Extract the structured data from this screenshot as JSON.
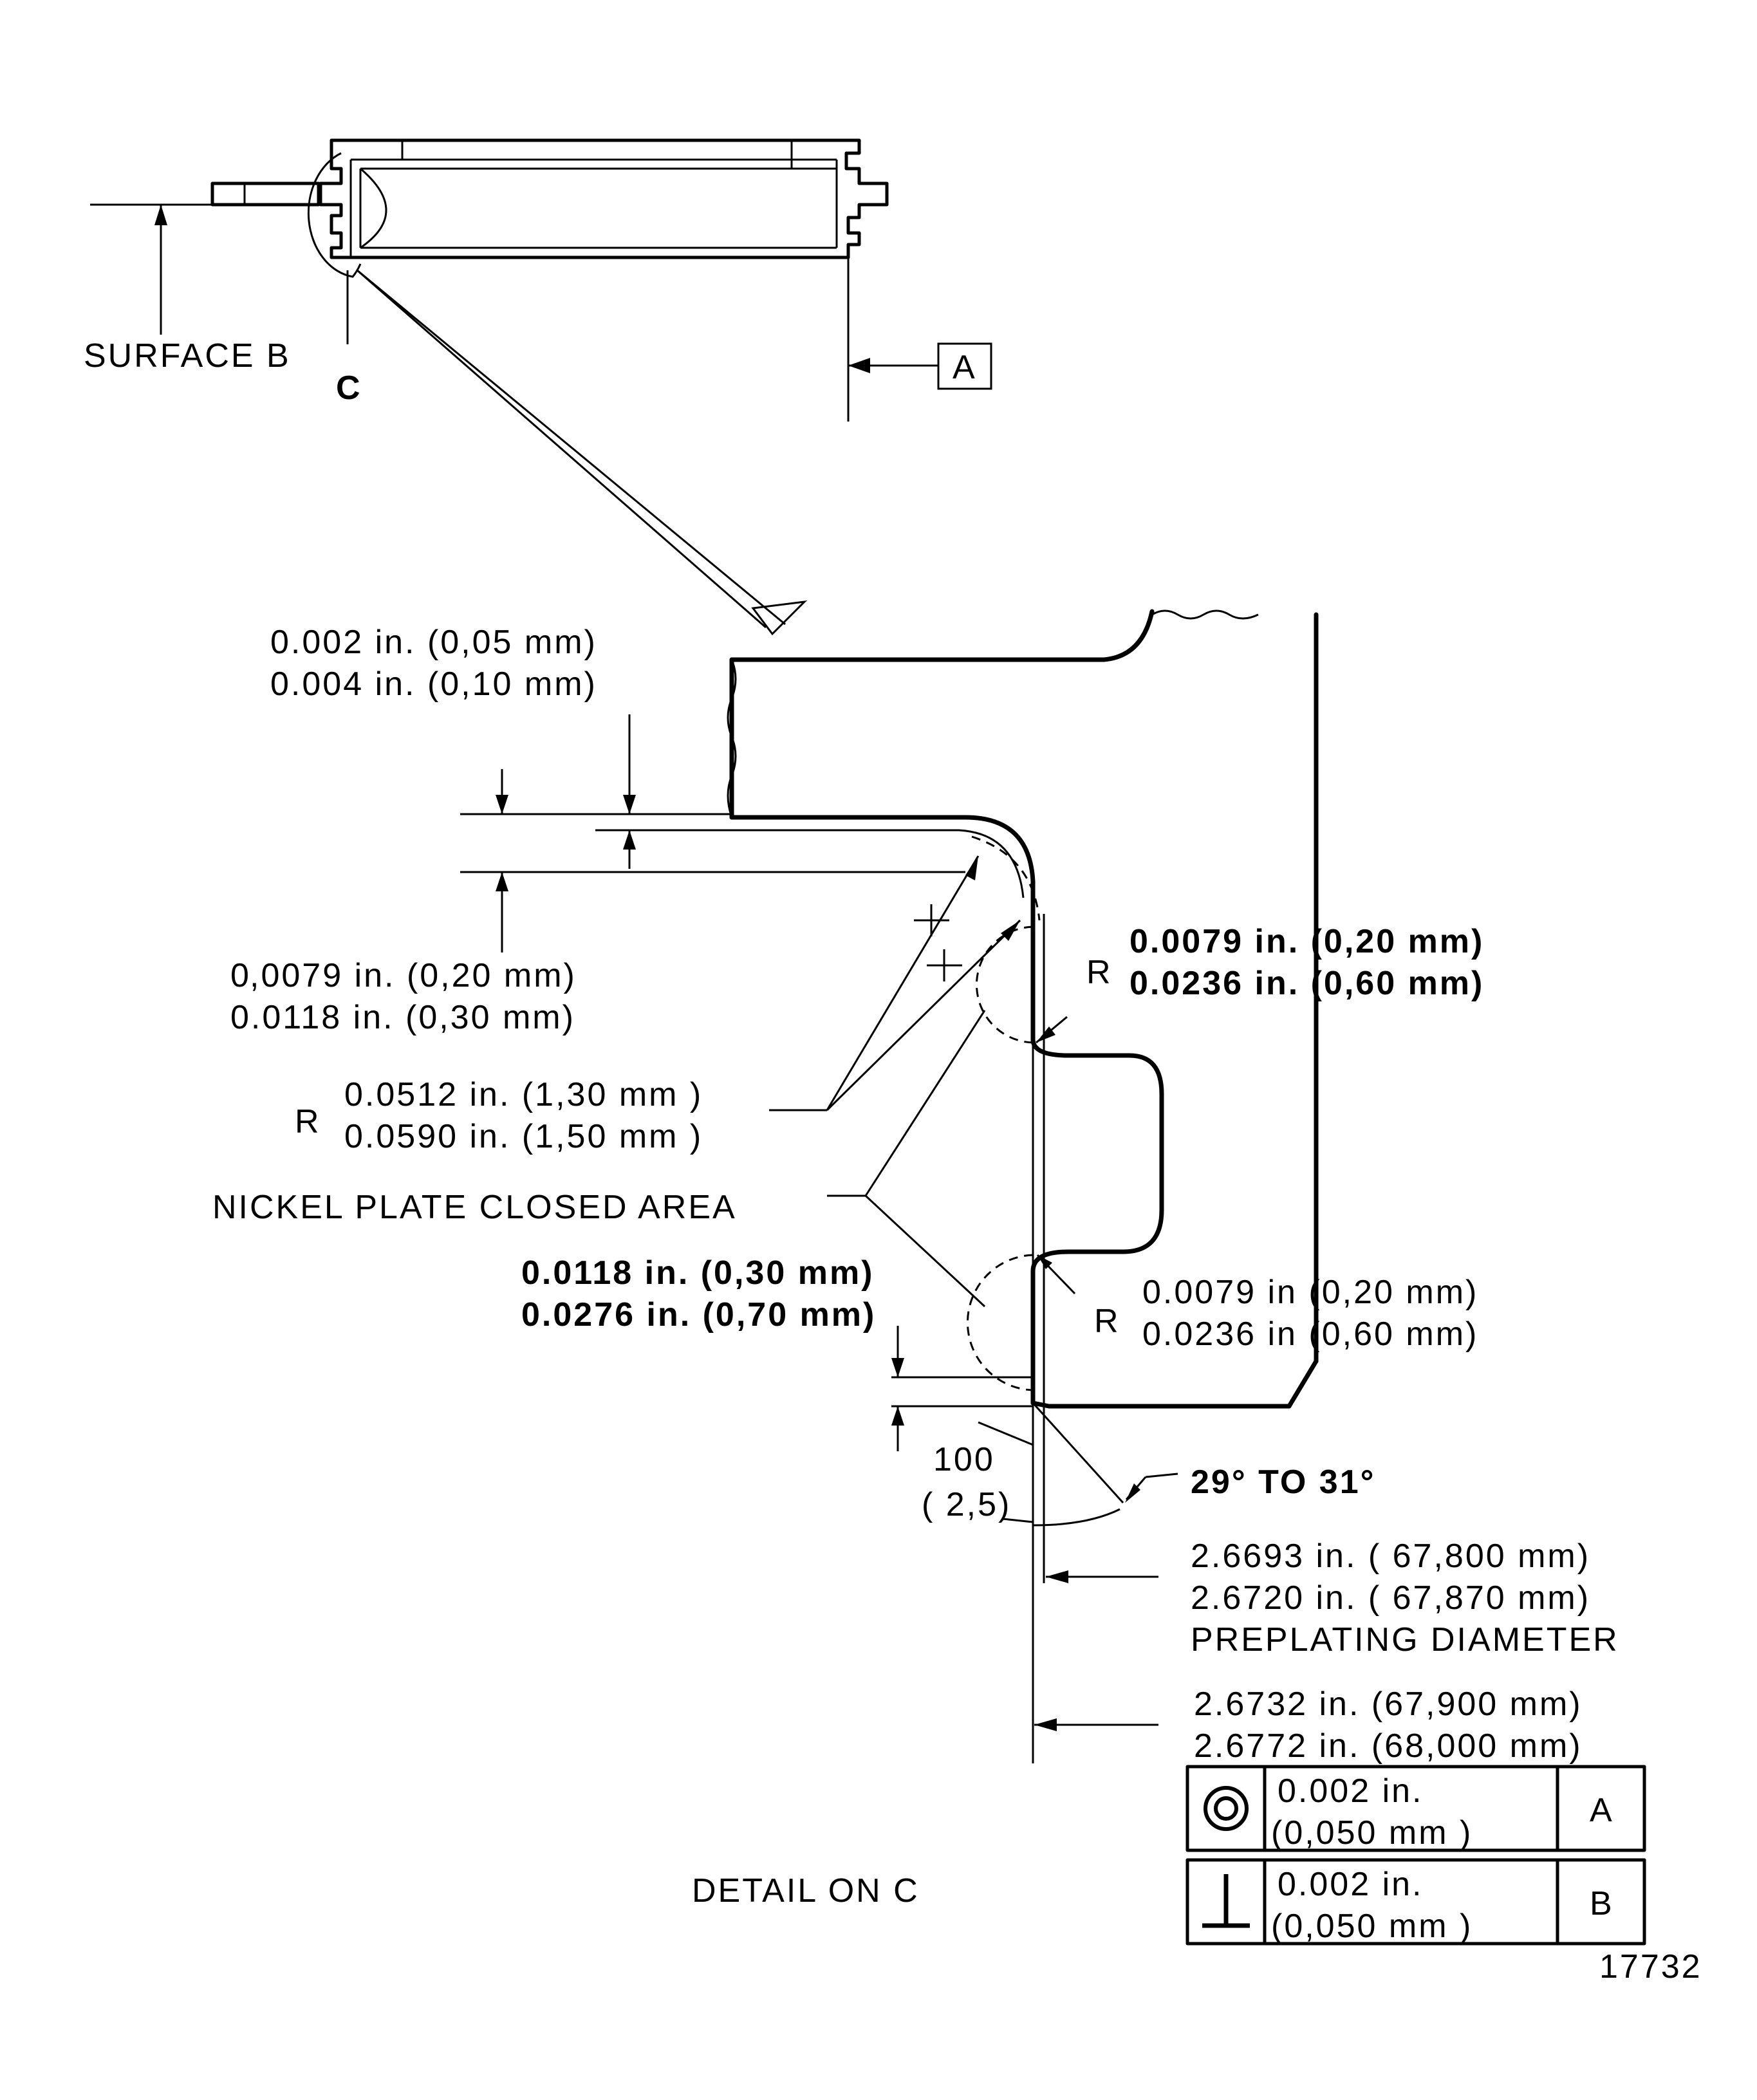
{
  "callouts": {
    "surface_b": "SURFACE B",
    "c": "C",
    "datum_a": "A",
    "detail": "DETAIL ON C",
    "drawing_no": "17732",
    "nickel_plate": "NICKEL PLATE CLOSED AREA",
    "angle": "29° TO 31°",
    "r_top_right": "R",
    "r_bottom_right": "R",
    "r_left": "R"
  },
  "dims": {
    "top_left_1": "0.002 in.  (0,05 mm)",
    "top_left_2": "0.004 in.  (0,10 mm)",
    "left_mid_1": ",0079 in.  (0,20 mm)",
    "left_mid_1_prefix": "0",
    "left_mid_2": "0.0118 in.    (0,30 mm)",
    "r_left_1": "0.0512 in.  (1,30 mm )",
    "r_left_2": "0.0590 in.  (1,50 mm )",
    "right_top_1": "0.0079 in.   (0,20 mm)",
    "right_top_2": "0.0236 in.   (0,60 mm)",
    "left_low_1": "0.0118 in.  (0,30 mm)",
    "left_low_2": "0.0276 in.  (0,70 mm)",
    "right_low_1": "0.0079 in     (0,20 mm)",
    "right_low_2": "0.0236 in     (0,60 mm)",
    "chamfer_1": "100",
    "chamfer_2": "( 2,5)",
    "preplating_1": "2.6693 in.  ( 67,800  mm)",
    "preplating_2": "2.6720 in.  ( 67,870  mm)",
    "preplating_label": "PREPLATING DIAMETER",
    "final_1": "2.6732 in.   (67,900 mm)",
    "final_2": "2.6772 in.   (68,000 mm)"
  },
  "tolerance_frames": [
    {
      "symbol": "concentricity-symbol",
      "value_1": "0.002  in.",
      "value_2": "(0,050  mm  )",
      "datum": "A"
    },
    {
      "symbol": "perpendicularity-symbol",
      "value_1": "0.002  in.",
      "value_2": "(0,050  mm  )",
      "datum": "B"
    }
  ]
}
